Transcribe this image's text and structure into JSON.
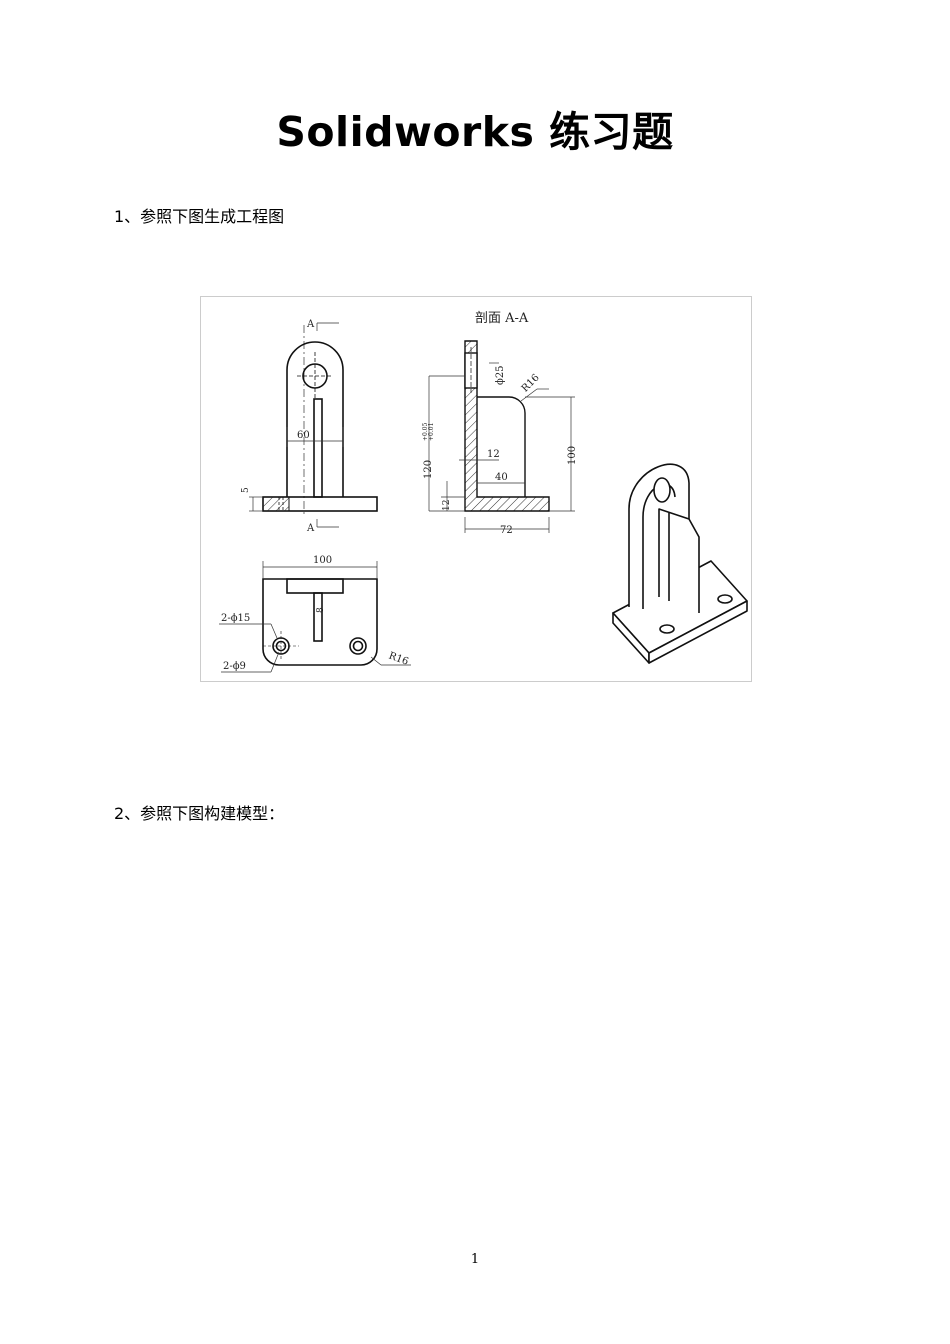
{
  "document": {
    "title": "Solidworks 练习题",
    "question1": "1、参照下图生成工程图",
    "question2": "2、参照下图构建模型：",
    "page_number": "1"
  },
  "drawing": {
    "section_title": "剖面 A-A",
    "section_mark_top": "A",
    "section_mark_bottom": "A",
    "dim_60": "60",
    "dim_5": "5",
    "dim_100_top": "100",
    "dim_phi25": "ϕ25",
    "dim_R16_section": "R16",
    "dim_120": "120",
    "dim_tolerance_upper": "+0.05",
    "dim_tolerance_lower": "+0.01",
    "dim_12_inner": "12",
    "dim_40": "40",
    "dim_100_side": "100",
    "dim_12_side": "12",
    "dim_72": "72",
    "dim_2phi15": "2-ϕ15",
    "dim_2phi9": "2-ϕ9",
    "dim_8": "8",
    "dim_R16_top": "R16"
  }
}
